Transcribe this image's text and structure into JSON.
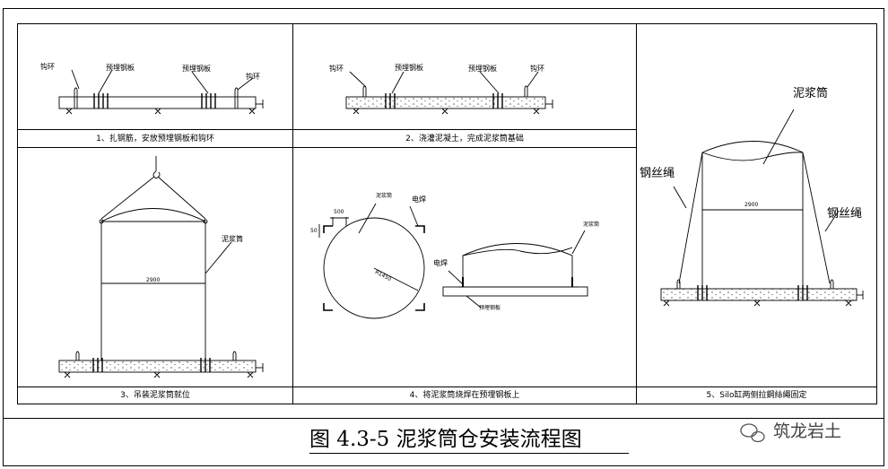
{
  "panels": {
    "p1": {
      "caption": "1、扎钢筋，安放预埋钢板和钩环",
      "labels": {
        "hook_left": "钩环",
        "plate_left": "预埋钢板",
        "plate_right": "预埋钢板",
        "hook_right": "钩环"
      }
    },
    "p2": {
      "caption": "2、浇灌泥凝土，完成泥浆筒基础",
      "labels": {
        "hook_left": "钩环",
        "plate_left": "预埋钢板",
        "plate_right": "预埋钢板",
        "hook_right": "钩环"
      }
    },
    "p3": {
      "caption": "3、吊装泥浆筒就位",
      "labels": {
        "silo": "泥浆筒",
        "dim": "2900"
      }
    },
    "p4": {
      "caption": "4、将泥浆筒烧焊在预埋钢板上",
      "labels": {
        "silo_plan": "泥浆筒",
        "weld_top": "电焊",
        "dim_500": "500",
        "dim_side": "50",
        "radius": "R1450",
        "silo_side": "泥浆筒",
        "weld_side": "电焊",
        "plate": "预埋钢板"
      }
    },
    "p5": {
      "caption": "5、Silo缸两侧拉鋼絲繩固定",
      "labels": {
        "silo": "泥浆筒",
        "rope_left": "钢丝绳",
        "rope_right": "钢丝绳",
        "dim": "2900"
      }
    }
  },
  "figure_title": "图 4.3-5  泥浆筒仓安装流程图",
  "watermark": "筑龙岩土"
}
